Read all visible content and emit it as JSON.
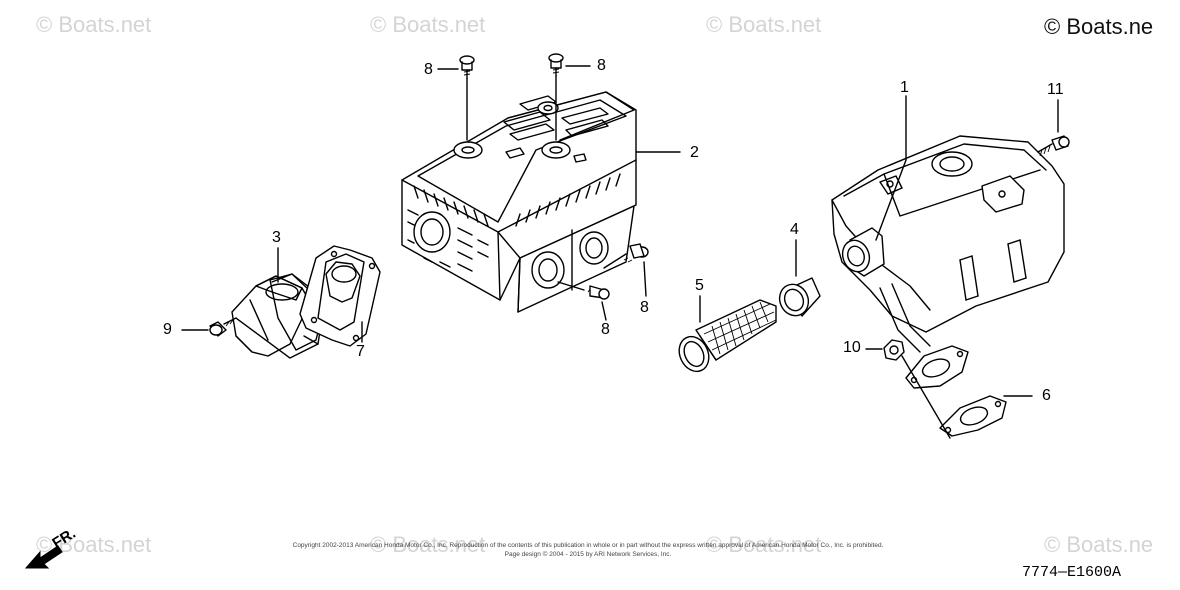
{
  "watermarks": {
    "text": "© Boats.net",
    "corner": "© Boats.ne"
  },
  "callouts": {
    "c1": "1",
    "c2": "2",
    "c3": "3",
    "c4": "4",
    "c5": "5",
    "c6": "6",
    "c7": "7",
    "c8a": "8",
    "c8b": "8",
    "c8c": "8",
    "c8d": "8",
    "c9": "9",
    "c10": "10",
    "c11": "11"
  },
  "footer": {
    "copyright_line1": "Copyright 2002-2013 American Honda Motor Co., Inc. Reproduction of the contents of this publication in whole or in part without the express written approval of American Honda Motor Co., Inc. is prohibited.",
    "copyright_line2": "Page design © 2004 - 2015 by ARI Network Services, Inc.",
    "diagram_code": "7774—E1600A",
    "direction_label": "FR."
  }
}
